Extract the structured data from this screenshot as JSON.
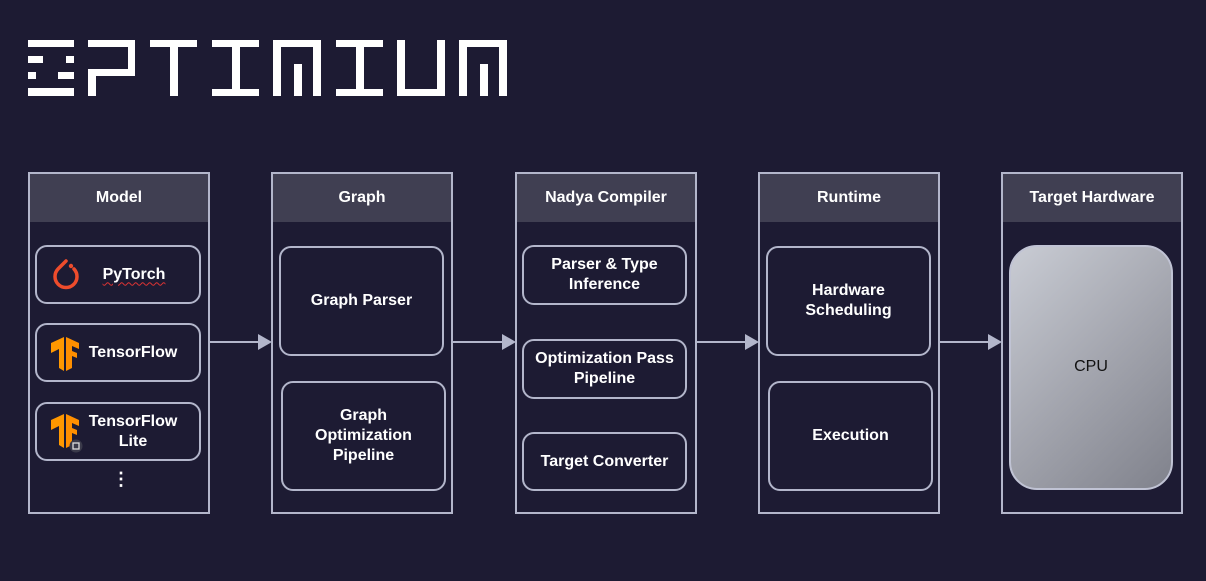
{
  "logo": {
    "text": "OPTIMIUM"
  },
  "columns": [
    {
      "title": "Model",
      "items": [
        "PyTorch",
        "TensorFlow",
        "TensorFlow Lite"
      ],
      "more": "⋮"
    },
    {
      "title": "Graph",
      "items": [
        "Graph Parser",
        "Graph Optimization Pipeline"
      ]
    },
    {
      "title": "Nadya Compiler",
      "items": [
        "Parser & Type Inference",
        "Optimization Pass Pipeline",
        "Target Converter"
      ]
    },
    {
      "title": "Runtime",
      "items": [
        "Hardware Scheduling",
        "Execution"
      ]
    },
    {
      "title": "Target Hardware",
      "items": [
        "CPU"
      ]
    }
  ],
  "colors": {
    "background": "#1d1b33",
    "header": "#403f52",
    "border": "#b3b6cb",
    "pytorch": "#ee4c2c",
    "tensorflow": "#ff8f00"
  }
}
